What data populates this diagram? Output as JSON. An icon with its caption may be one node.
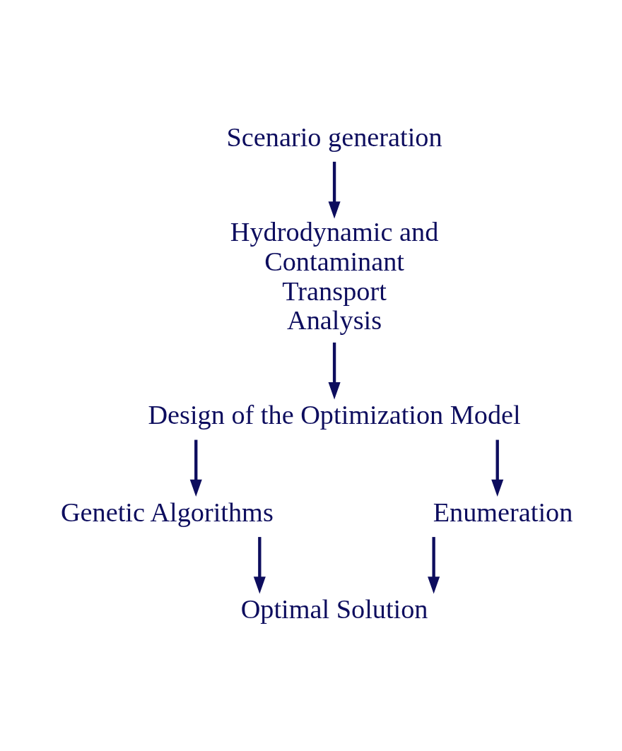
{
  "diagram": {
    "nodes": [
      {
        "text": [
          "Scenario generation"
        ]
      },
      {
        "text": [
          "Hydrodynamic and Contaminant Transport Analysis"
        ]
      },
      {
        "text": [
          "Design of the Optimization Model"
        ]
      },
      {
        "text": [
          "Genetic Algorithms"
        ]
      },
      {
        "text": [
          "Enumeration"
        ]
      },
      {
        "text": [
          "Optimal Solution"
        ]
      }
    ],
    "edges": [
      {
        "from": 0,
        "to": 1,
        "arrow": "to"
      },
      {
        "from": 1,
        "to": 2,
        "arrow": "to"
      },
      {
        "from": 2,
        "to": 3,
        "arrow": "to"
      },
      {
        "from": 2,
        "to": 4,
        "arrow": "to"
      },
      {
        "from": 3,
        "to": 5,
        "arrow": "to"
      },
      {
        "from": 4,
        "to": 5,
        "arrow": "to"
      }
    ]
  }
}
